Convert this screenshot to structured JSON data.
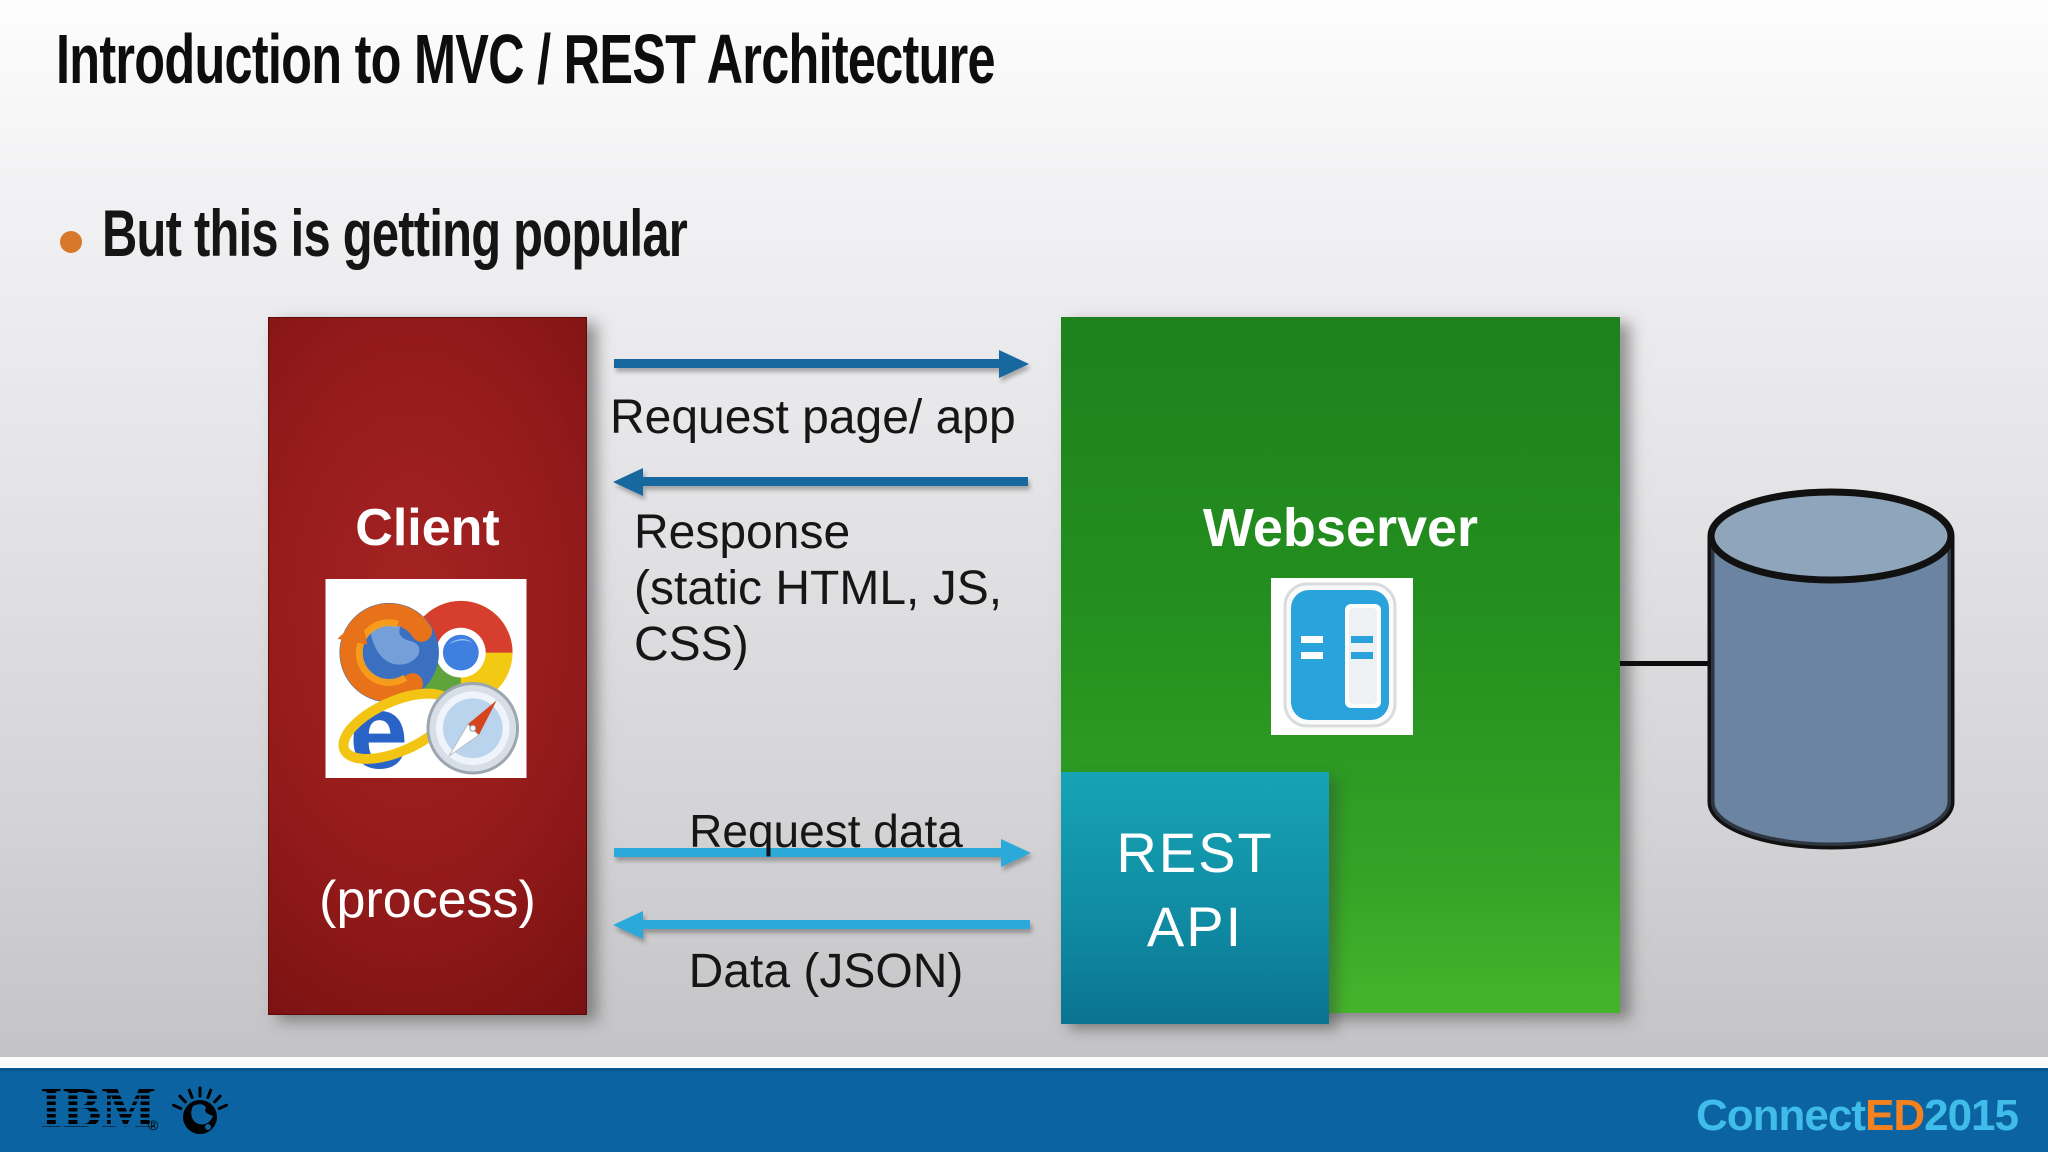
{
  "slide": {
    "title": "Introduction to MVC / REST Architecture",
    "bullet_text": "But this is getting popular"
  },
  "diagram": {
    "client": {
      "label": "Client",
      "sublabel": "(process)"
    },
    "webserver": {
      "label": "Webserver"
    },
    "rest_api": {
      "line1": "REST",
      "line2": "API"
    },
    "flows": {
      "request_page": {
        "label": "Request page/ app",
        "direction": "client-to-webserver"
      },
      "response": {
        "label": "Response\n(static HTML, JS,\nCSS)",
        "direction": "webserver-to-client"
      },
      "request_data": {
        "label": "Request data",
        "direction": "client-to-rest-api"
      },
      "data_json": {
        "label": "Data (JSON)",
        "direction": "rest-api-to-client"
      }
    },
    "icons": {
      "client_browsers": "browser-logos-image (Firefox, Chrome, Internet Explorer, Safari)",
      "webserver": "server-cabinet-icon",
      "database": "database-cylinder-icon"
    }
  },
  "footer": {
    "brand": "IBM",
    "trademark": "®",
    "globe_icon": "smarter-planet-globe-icon",
    "conference": {
      "connect": "Connect",
      "ed": "ED",
      "year": "2015"
    }
  },
  "colors": {
    "client_box_red": "#8e1717",
    "webserver_box_green": "#2c9a24",
    "rest_api_teal": "#109aab",
    "arrow_dark_blue": "#16689f",
    "arrow_light_blue": "#2baad9",
    "footer_bar_blue": "#0b63a1",
    "conference_blue": "#3fbde8",
    "conference_orange": "#f5821f",
    "bullet_orange": "#d8782a",
    "database_fill": "#6d87a5"
  }
}
